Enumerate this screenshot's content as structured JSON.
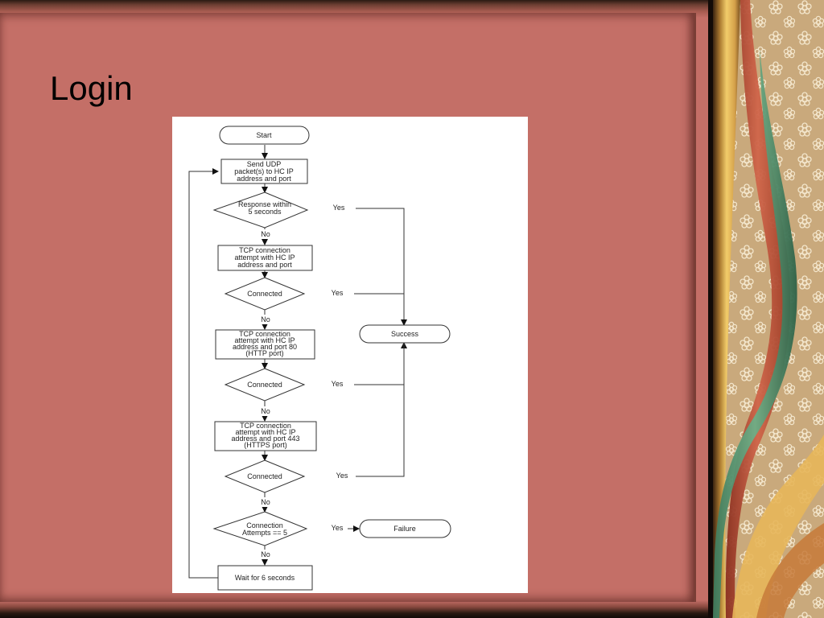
{
  "slide": {
    "title": "Login"
  },
  "flowchart": {
    "start": "Start",
    "udp": [
      "Send UDP",
      "packet(s) to HC IP",
      "address and port"
    ],
    "response": [
      "Response within",
      "5 seconds"
    ],
    "tcp1": [
      "TCP connection",
      "attempt with HC IP",
      "address and port"
    ],
    "connected1": "Connected",
    "tcp2": [
      "TCP connection",
      "attempt with HC IP",
      "address and port 80",
      "(HTTP port)"
    ],
    "connected2": "Connected",
    "tcp3": [
      "TCP connection",
      "attempt with HC IP",
      "address and port 443",
      "(HTTPS port)"
    ],
    "connected3": "Connected",
    "attempts": [
      "Connection",
      "Attempts == 5"
    ],
    "wait": "Wait for 6 seconds",
    "success": "Success",
    "failure": "Failure",
    "yes": "Yes",
    "no": "No"
  }
}
